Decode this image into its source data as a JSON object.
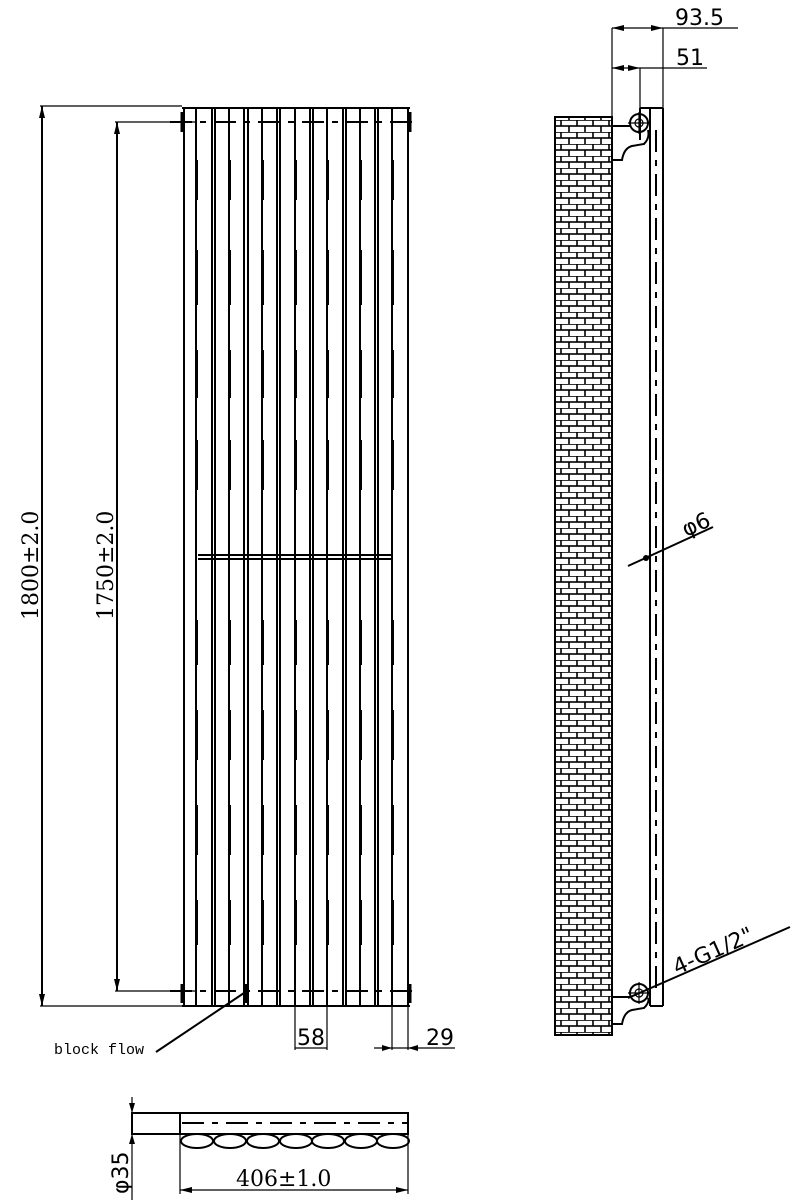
{
  "front_view": {
    "column_count": 7,
    "overall_height": "1800±2.0",
    "centres_height": "1750±2.0",
    "column_pitch": "58",
    "end_offset": "29",
    "annotation_block_flow": "block flow"
  },
  "side_view": {
    "overall_depth": "93.5",
    "wall_to_centre": "51",
    "bracket_diameter": "φ6",
    "connections": "4-G1/2\""
  },
  "plan_view": {
    "column_diameter": "φ35",
    "overall_width": "406±1.0",
    "column_count": 7
  },
  "colors": {
    "line": "#000000",
    "background": "#ffffff"
  }
}
